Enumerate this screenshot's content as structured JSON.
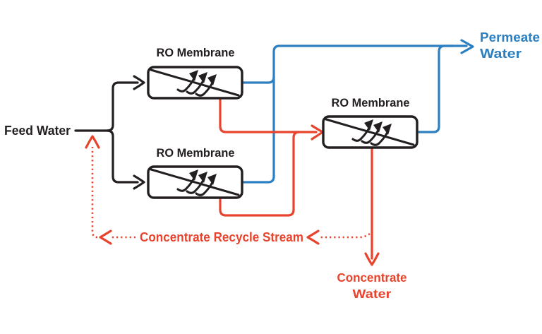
{
  "labels": {
    "feed_water": "Feed Water",
    "ro_membrane": "RO Membrane",
    "permeate": {
      "line1": "Permeate",
      "line2": "Water"
    },
    "concentrate": {
      "line1": "Concentrate",
      "line2": "Water"
    },
    "recycle": "Concentrate Recycle Stream"
  },
  "colors": {
    "line_black": "#231F20",
    "stream_red": "#E8432C",
    "stream_blue": "#2C7FC0",
    "background": "#FFFFFF"
  },
  "flows": [
    {
      "from": "Feed Water",
      "to": "RO Membrane (top, stage 1)",
      "stream": "feed",
      "color": "black",
      "style": "solid"
    },
    {
      "from": "Feed Water",
      "to": "RO Membrane (bottom, stage 1)",
      "stream": "feed",
      "color": "black",
      "style": "solid"
    },
    {
      "from": "RO Membrane (top, stage 1)",
      "to": "Permeate Water",
      "stream": "permeate",
      "color": "blue",
      "style": "solid"
    },
    {
      "from": "RO Membrane (bottom, stage 1)",
      "to": "Permeate Water",
      "stream": "permeate",
      "color": "blue",
      "style": "solid"
    },
    {
      "from": "RO Membrane (top, stage 1)",
      "to": "RO Membrane (stage 2)",
      "stream": "concentrate",
      "color": "red",
      "style": "solid"
    },
    {
      "from": "RO Membrane (bottom, stage 1)",
      "to": "RO Membrane (stage 2)",
      "stream": "concentrate",
      "color": "red",
      "style": "solid"
    },
    {
      "from": "RO Membrane (stage 2)",
      "to": "Permeate Water",
      "stream": "permeate",
      "color": "blue",
      "style": "solid"
    },
    {
      "from": "RO Membrane (stage 2)",
      "to": "Concentrate Water",
      "stream": "concentrate",
      "color": "red",
      "style": "solid"
    },
    {
      "from": "RO Membrane (stage 2) concentrate line",
      "to": "Feed Water",
      "stream": "Concentrate Recycle Stream",
      "color": "red",
      "style": "dotted"
    }
  ]
}
